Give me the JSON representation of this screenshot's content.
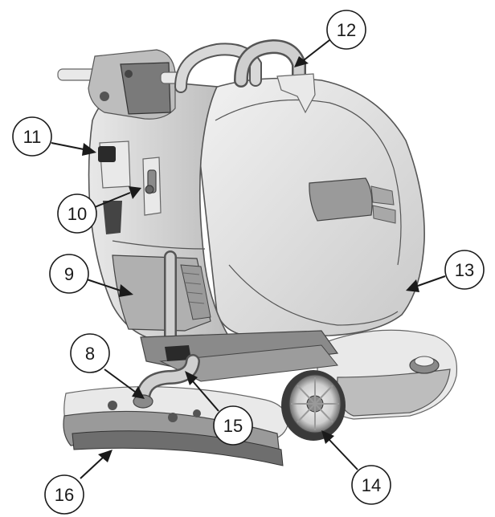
{
  "callouts": [
    {
      "id": "8",
      "label": "8"
    },
    {
      "id": "9",
      "label": "9"
    },
    {
      "id": "10",
      "label": "10"
    },
    {
      "id": "11",
      "label": "11"
    },
    {
      "id": "12",
      "label": "12"
    },
    {
      "id": "13",
      "label": "13"
    },
    {
      "id": "14",
      "label": "14"
    },
    {
      "id": "15",
      "label": "15"
    },
    {
      "id": "16",
      "label": "16"
    }
  ],
  "colors": {
    "line": "#1a1a1a",
    "machine_body": "#dcdcdc",
    "machine_shadow": "#8a8a8a"
  }
}
